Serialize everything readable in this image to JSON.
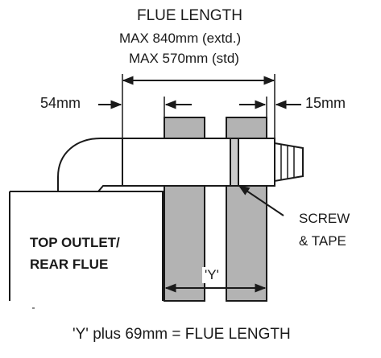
{
  "title": "FLUE LENGTH",
  "max_extended": "MAX 840mm (extd.)",
  "max_standard": "MAX 570mm (std)",
  "dim_left": "54mm",
  "dim_right": "15mm",
  "screw_line1": "SCREW",
  "screw_line2": "& TAPE",
  "outlet_line1": "TOP OUTLET/",
  "outlet_line2": "REAR FLUE",
  "y_label": "'Y'",
  "caption": "'Y' plus 69mm = FLUE LENGTH",
  "colors": {
    "wall_fill": "#b3b3b3",
    "ink": "#1a1a1a",
    "background": "#ffffff"
  }
}
